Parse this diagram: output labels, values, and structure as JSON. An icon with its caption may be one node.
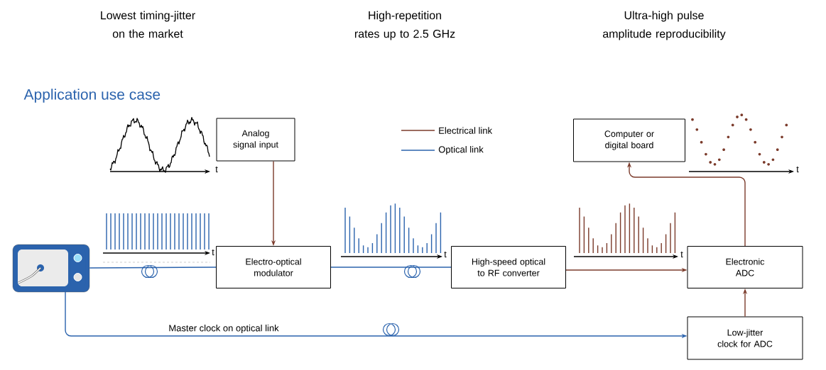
{
  "diagram": {
    "title": "Application use case",
    "nodes": [
      {
        "text": [],
        "shape": "picture"
      },
      {
        "text": [
          "Analog signal input"
        ]
      },
      {
        "text": [
          "Electro-optical modulator"
        ]
      },
      {
        "text": [
          "High-speed optical to RF converter"
        ]
      },
      {
        "text": [
          "Electronic ADC"
        ]
      },
      {
        "text": [
          "Computer or digital board"
        ]
      },
      {
        "text": [
          "Low-jitter clock for ADC"
        ]
      }
    ],
    "edges": [
      {
        "from": 0,
        "to": 2,
        "arrow": "none",
        "color": "#2b63ad"
      },
      {
        "from": 1,
        "to": 2,
        "arrow": "to"
      },
      {
        "from": 2,
        "to": 3,
        "arrow": "none",
        "color": "#2b63ad"
      },
      {
        "from": 3,
        "to": 4,
        "arrow": "to"
      },
      {
        "from": 4,
        "to": 5,
        "arrow": "to"
      },
      {
        "from": 0,
        "to": 6,
        "arrow": "to",
        "label": "Master clock on optical link",
        "color": "#2b63ad"
      },
      {
        "from": 6,
        "to": 4,
        "arrow": "to"
      }
    ],
    "labels": [
      "Lowest timing-jitter on the market",
      "High-repetition rates up to 2.5 GHz",
      "Ultra-high pulse amplitude reproducibility",
      "t",
      "t",
      "t",
      "t",
      "t"
    ],
    "legend": [
      {
        "text": "Electrical link"
      },
      {
        "text": "Optical link"
      }
    ]
  }
}
